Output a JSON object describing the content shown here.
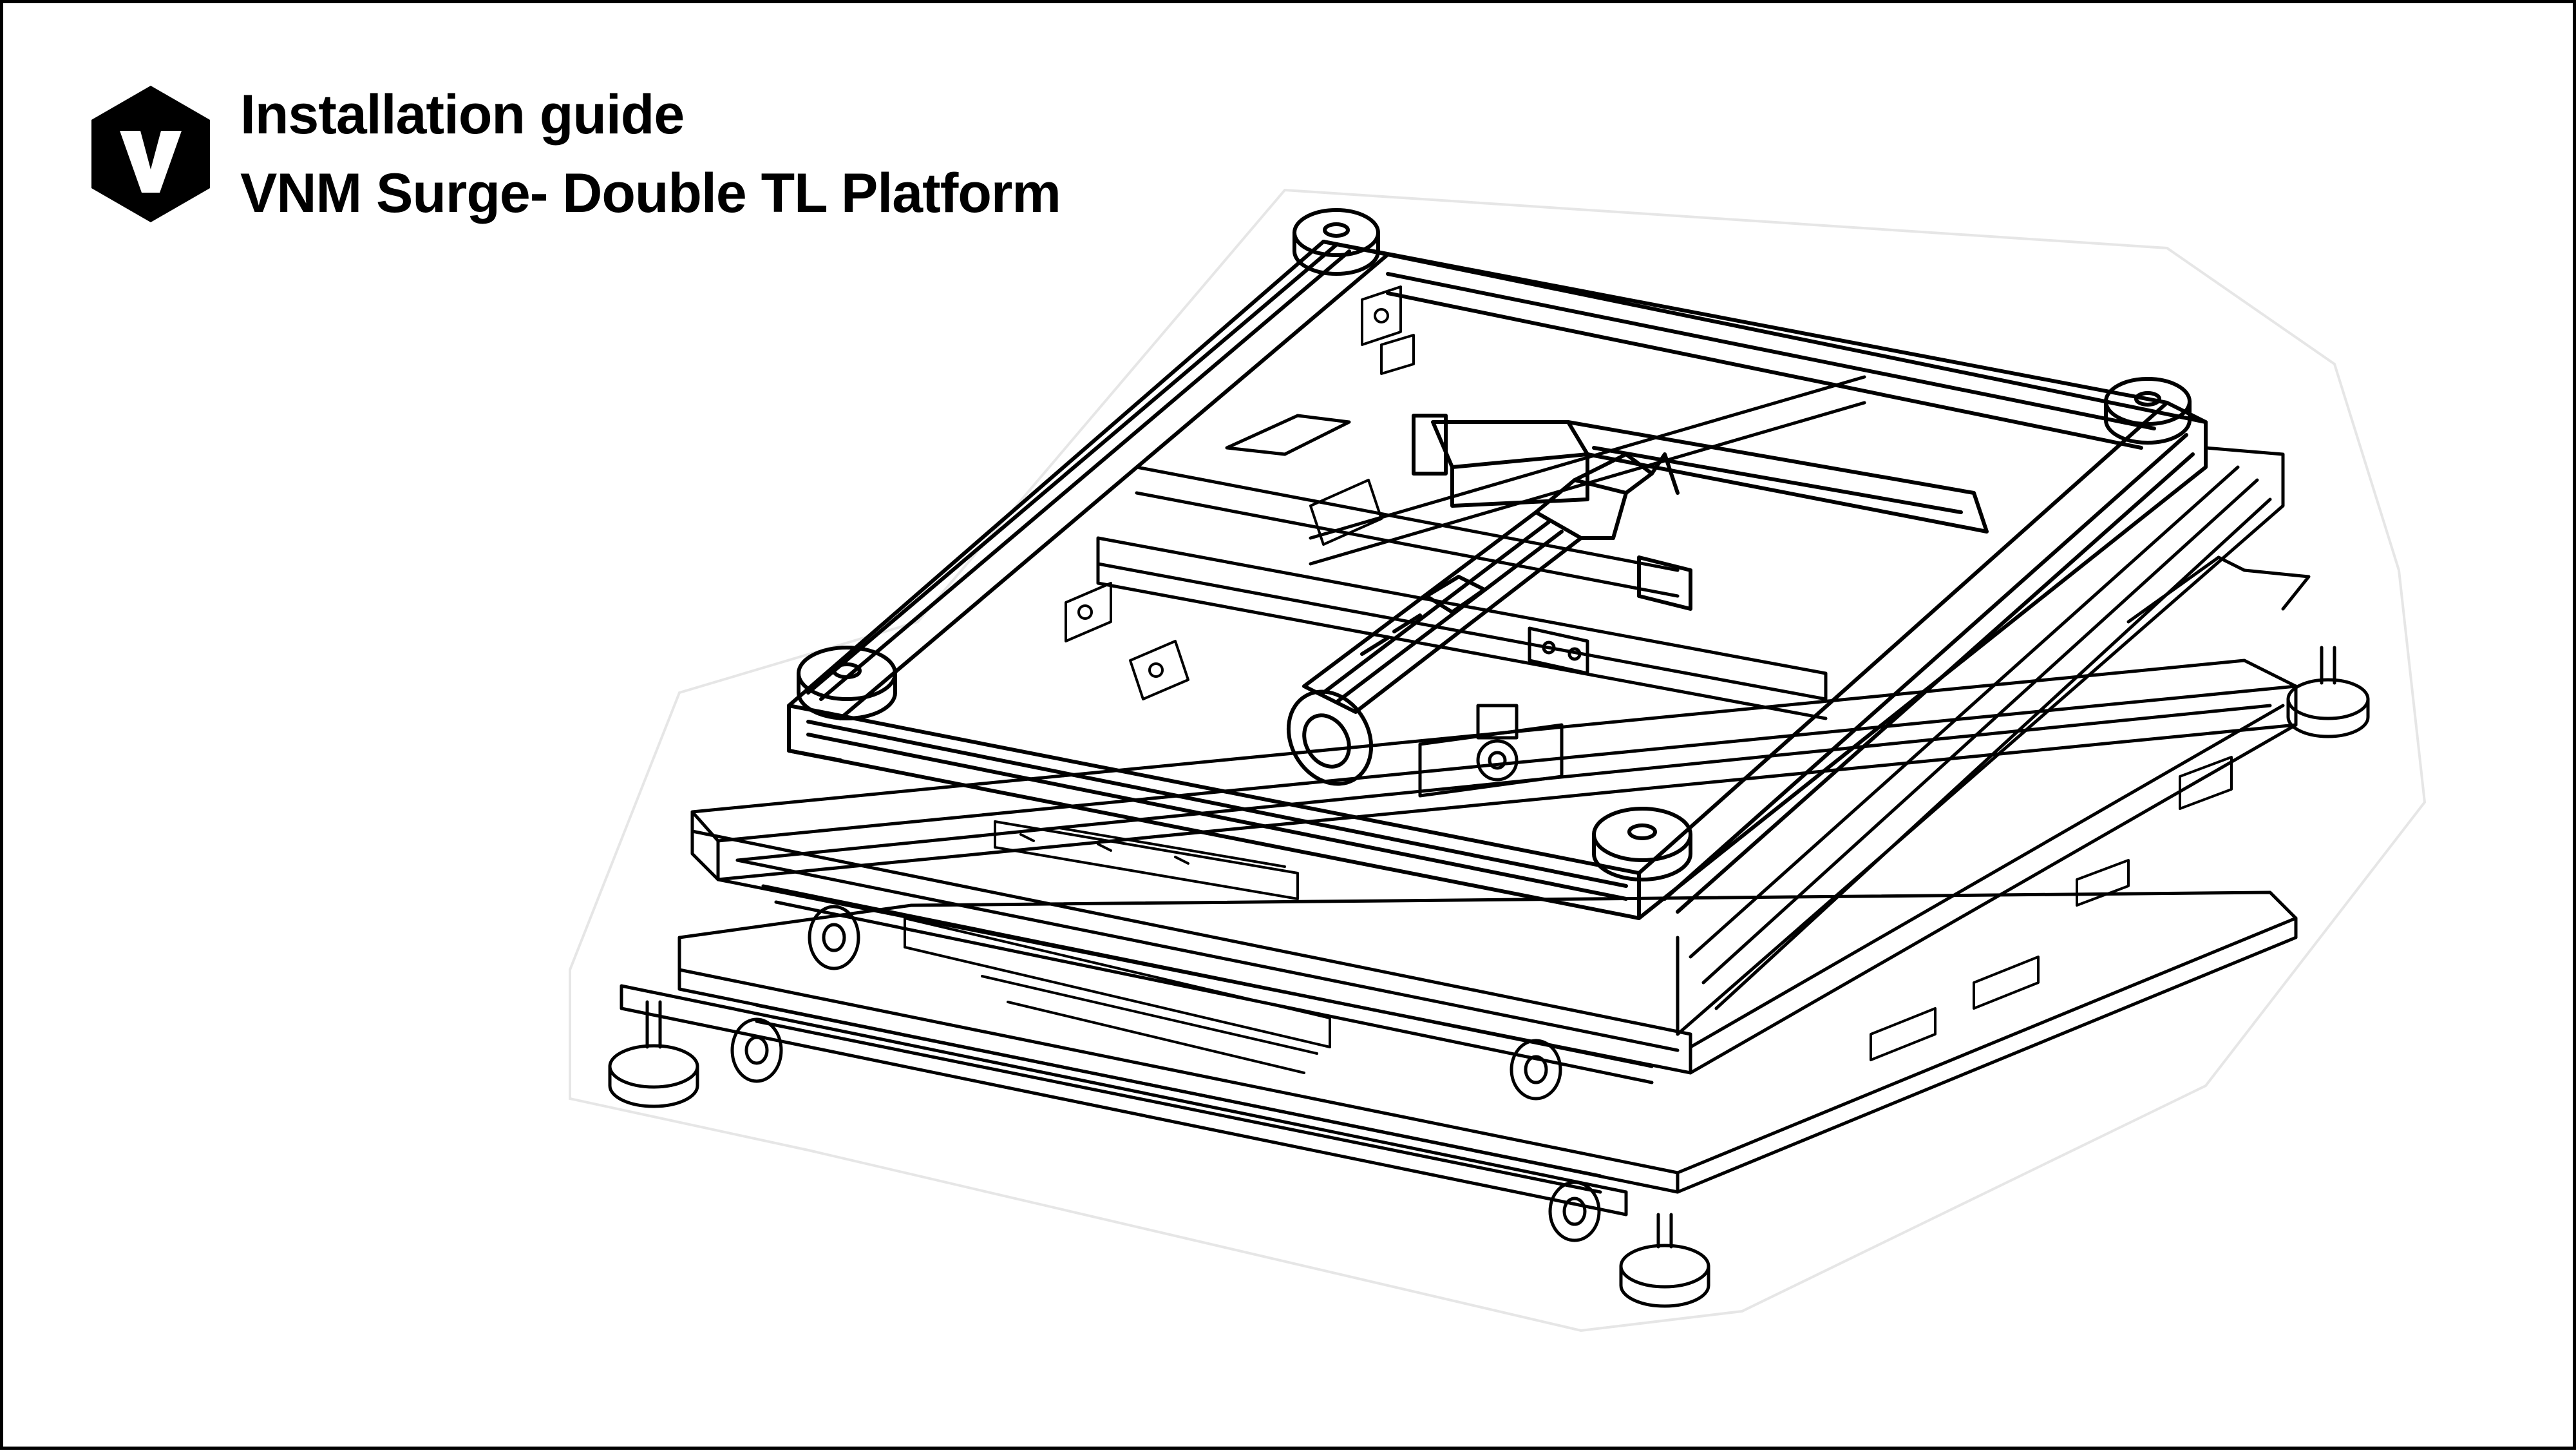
{
  "header": {
    "title_line_1": "Installation guide",
    "title_line_2": "VNM Surge- Double TL Platform"
  },
  "logo": {
    "icon": "vnm-hexagon-logo-icon",
    "glyph": "v"
  },
  "illustration": {
    "icon": "motion-platform-drawing"
  },
  "colors": {
    "ink": "#000000",
    "background": "#ffffff",
    "halo": "#e8e8e8"
  }
}
